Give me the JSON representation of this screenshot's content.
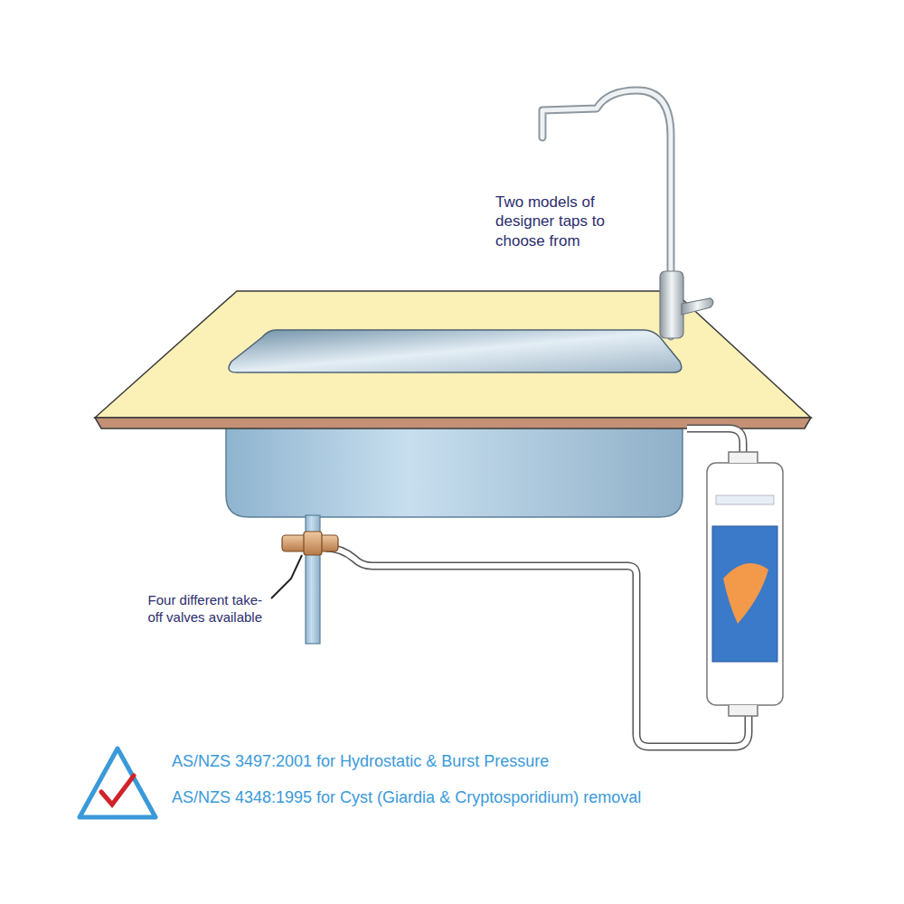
{
  "diagram": {
    "labels": [
      "Two models of designer taps to choose from",
      "Four different take-off valves available",
      "AS/NZS 3497:2001 for Hydrostatic & Burst Pressure",
      "AS/NZS 4348:1995 for Cyst (Giardia & Cryptosporidium) removal"
    ]
  }
}
